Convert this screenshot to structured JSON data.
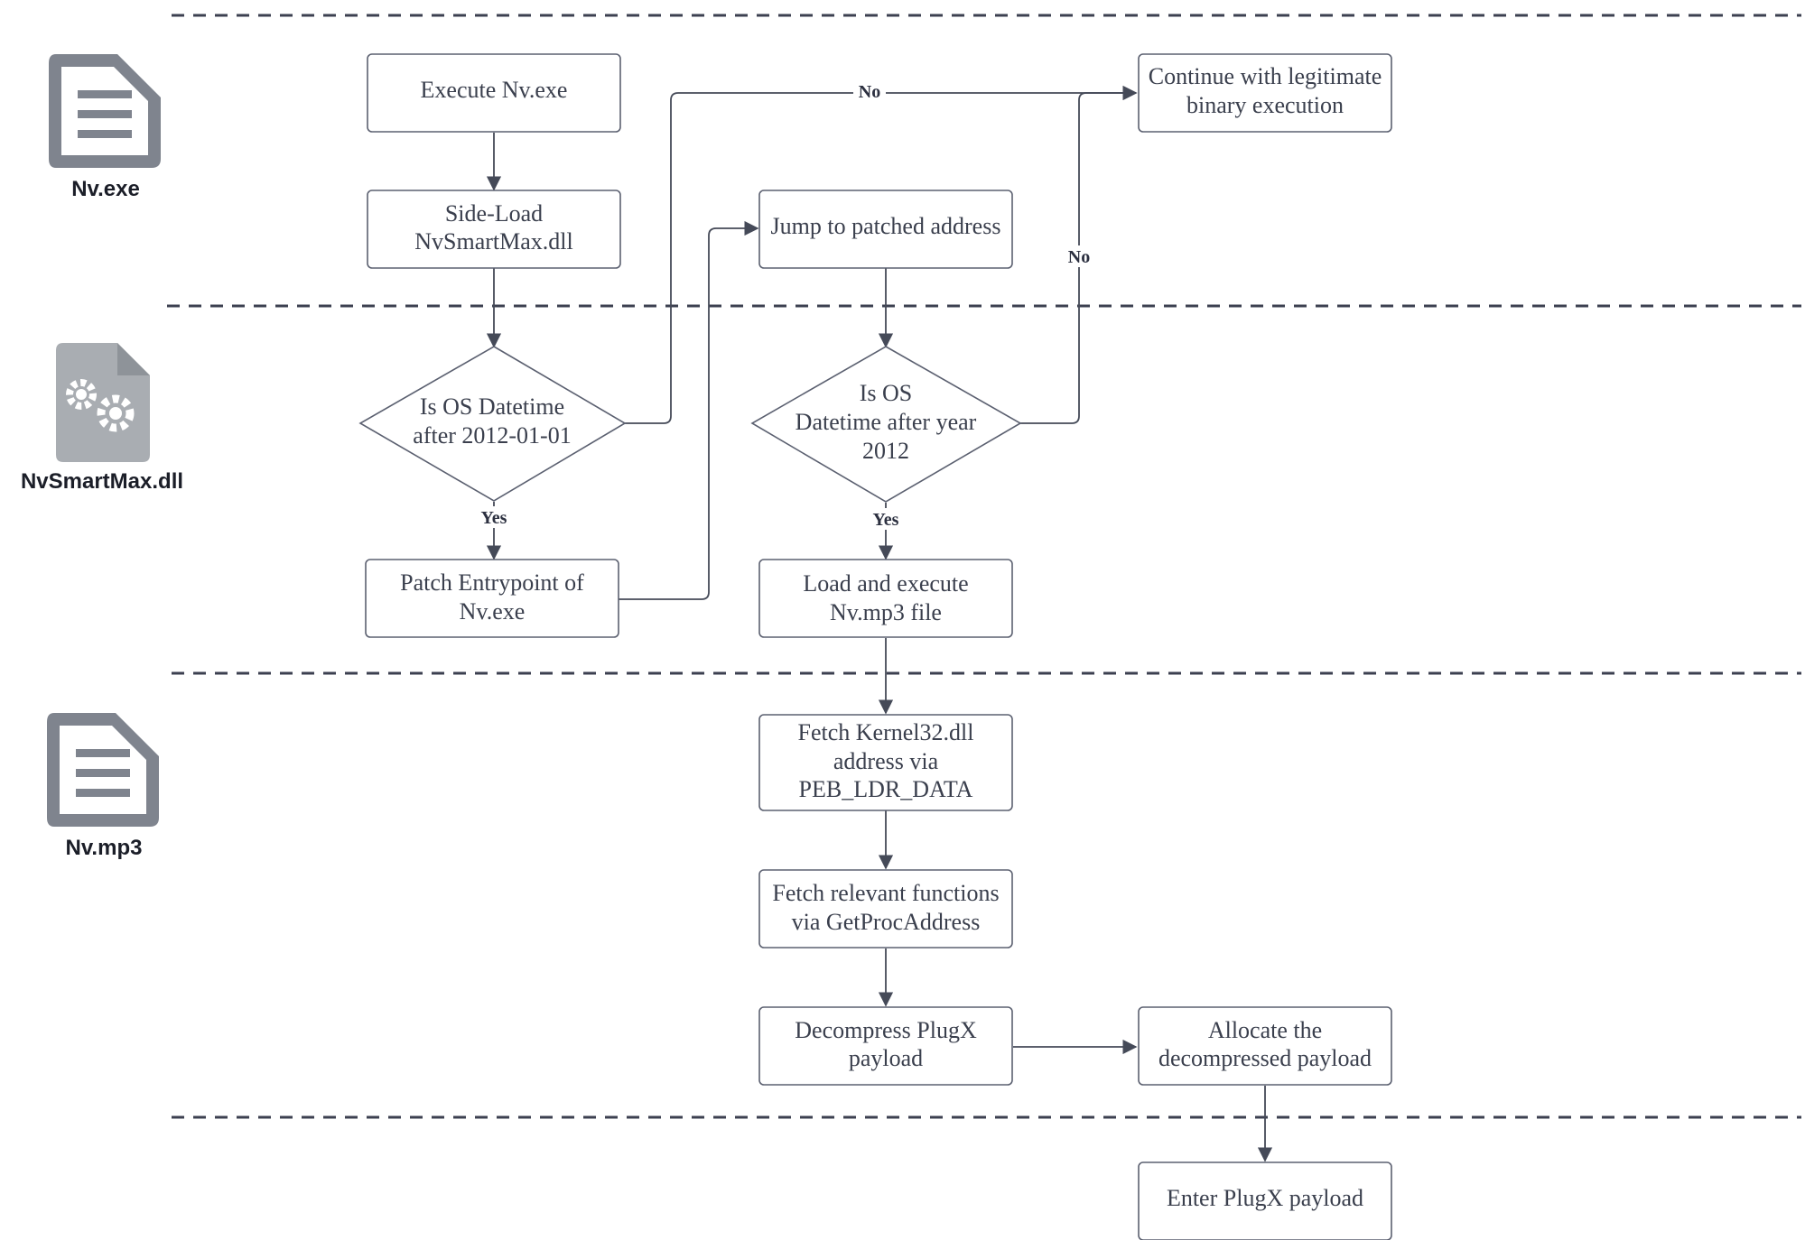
{
  "lanes": [
    {
      "label": "Nv.exe",
      "icon": "document-icon"
    },
    {
      "label": "NvSmartMax.dll",
      "icon": "settings-file-icon"
    },
    {
      "label": "Nv.mp3",
      "icon": "document-icon"
    }
  ],
  "nodes": {
    "execute_nv": "Execute Nv.exe",
    "side_load": [
      "Side-Load",
      "NvSmartMax.dll"
    ],
    "check_date_2012": [
      "Is OS Datetime",
      "after 2012-01-01"
    ],
    "patch_entry": [
      "Patch Entrypoint of",
      "Nv.exe"
    ],
    "jump_patched": "Jump to patched address",
    "check_date_year": [
      "Is OS",
      "Datetime after year",
      "2012"
    ],
    "load_execute": [
      "Load and execute",
      "Nv.mp3 file"
    ],
    "continue_legit": [
      "Continue with legitimate",
      "binary execution"
    ],
    "fetch_kernel": [
      "Fetch Kernel32.dll",
      "address via",
      "PEB_LDR_DATA"
    ],
    "fetch_functions": [
      "Fetch relevant functions",
      "via GetProcAddress"
    ],
    "decompress": [
      "Decompress PlugX",
      "payload"
    ],
    "allocate": [
      "Allocate the",
      "decompressed payload"
    ],
    "enter_plugx": "Enter PlugX payload"
  },
  "edge_labels": {
    "no": "No",
    "yes": "Yes"
  },
  "colors": {
    "stroke": "#5b6070",
    "text": "#3a3f4d",
    "icon": "#7f848e",
    "dll_icon": "#a9adb2"
  }
}
